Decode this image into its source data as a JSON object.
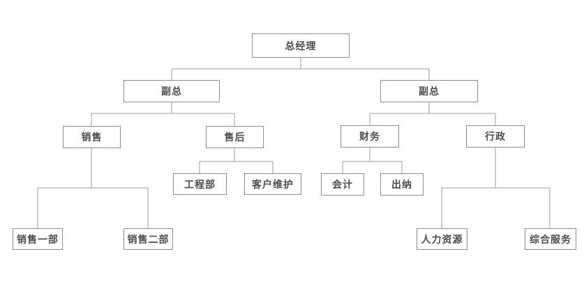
{
  "diagram": {
    "type": "org-chart",
    "background": "#ffffff",
    "colors": {
      "box_border": "#8c8c8c",
      "box_fill": "#ffffff",
      "connector_line": "#9b9b9b",
      "text": "#4d4d4d"
    }
  },
  "nodes": {
    "general_manager": "总经理",
    "deputy_left": "副总",
    "deputy_right": "副总",
    "sales": "销售",
    "after_sales": "售后",
    "finance": "财务",
    "admin": "行政",
    "sales_dept_1": "销售一部",
    "sales_dept_2": "销售二部",
    "engineering": "工程部",
    "customer_maintenance": "客户维护",
    "accounting": "会计",
    "cashier": "出纳",
    "hr": "人力资源",
    "general_services": "综合服务"
  },
  "edges": [
    [
      "general_manager",
      "deputy_left"
    ],
    [
      "general_manager",
      "deputy_right"
    ],
    [
      "deputy_left",
      "sales"
    ],
    [
      "deputy_left",
      "after_sales"
    ],
    [
      "deputy_right",
      "finance"
    ],
    [
      "deputy_right",
      "admin"
    ],
    [
      "sales",
      "sales_dept_1"
    ],
    [
      "sales",
      "sales_dept_2"
    ],
    [
      "after_sales",
      "engineering"
    ],
    [
      "after_sales",
      "customer_maintenance"
    ],
    [
      "finance",
      "accounting"
    ],
    [
      "finance",
      "cashier"
    ],
    [
      "admin",
      "hr"
    ],
    [
      "admin",
      "general_services"
    ]
  ]
}
